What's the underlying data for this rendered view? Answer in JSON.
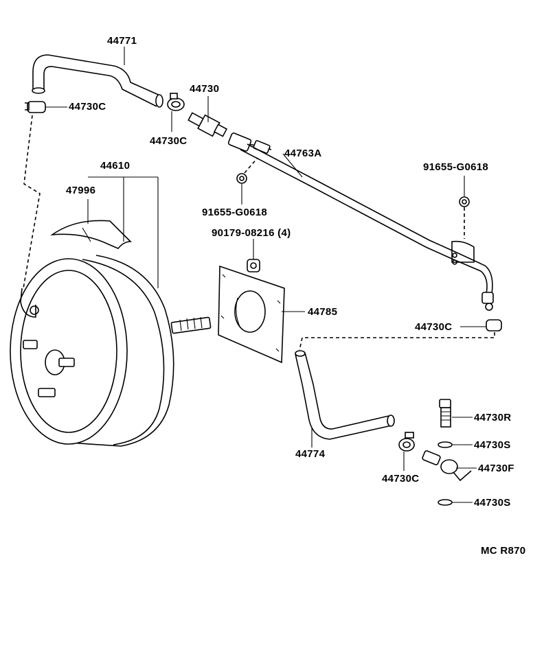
{
  "parts": {
    "hose_upper": "44771",
    "clamp_left": "44730C",
    "check_valve": "44730",
    "clamp_check_valve": "44730C",
    "vacuum_pipe": "44763A",
    "clamp_pipe_right": "91655-G0618",
    "clamp_pipe_left": "91655-G0618",
    "booster_assy": "44610",
    "heat_insulator": "47996",
    "nut": "90179-08216 (4)",
    "gasket": "44785",
    "clamp_lower_right": "44730C",
    "union_bolt": "44730R",
    "gasket_upper": "44730S",
    "union_fitting": "44730F",
    "hose_lower": "44774",
    "clamp_lower": "44730C",
    "gasket_lower": "44730S"
  },
  "diagram_ref": "MC R870"
}
